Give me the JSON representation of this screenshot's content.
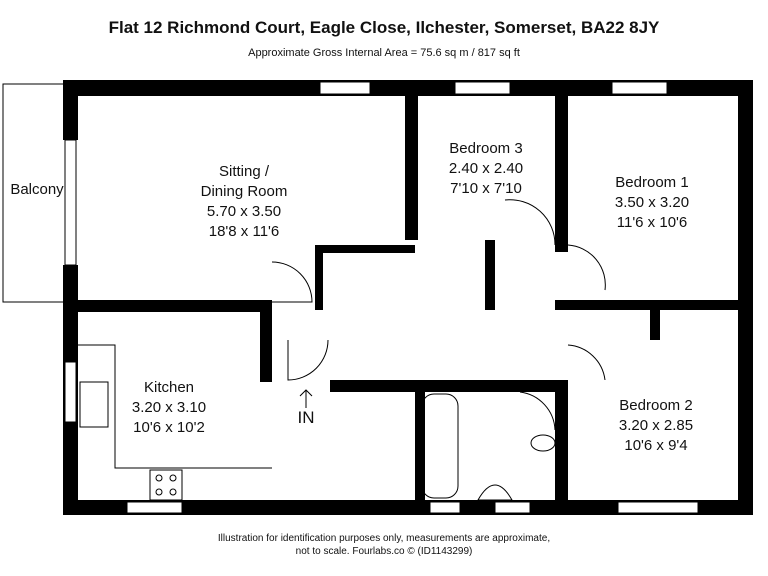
{
  "header": {
    "title": "Flat 12 Richmond Court, Eagle Close, Ilchester, Somerset, BA22 8JY",
    "area": "Approximate Gross Internal Area = 75.6 sq m / 817 sq ft"
  },
  "rooms": {
    "sitting": {
      "name1": "Sitting /",
      "name2": "Dining Room",
      "metric": "5.70 x 3.50",
      "imperial": "18'8 x 11'6"
    },
    "bedroom3": {
      "name": "Bedroom 3",
      "metric": "2.40 x 2.40",
      "imperial": "7'10 x 7'10"
    },
    "bedroom1": {
      "name": "Bedroom 1",
      "metric": "3.50 x 3.20",
      "imperial": "11'6 x 10'6"
    },
    "kitchen": {
      "name": "Kitchen",
      "metric": "3.20 x 3.10",
      "imperial": "10'6 x 10'2"
    },
    "bedroom2": {
      "name": "Bedroom 2",
      "metric": "3.20 x 2.85",
      "imperial": "10'6 x 9'4"
    },
    "balcony": {
      "name": "Balcony"
    },
    "entrance": {
      "name": "IN"
    }
  },
  "footer": {
    "line1": "Illustration for identification purposes only, measurements are approximate,",
    "line2": "not to scale. Fourlabs.co © (ID1143299)"
  }
}
